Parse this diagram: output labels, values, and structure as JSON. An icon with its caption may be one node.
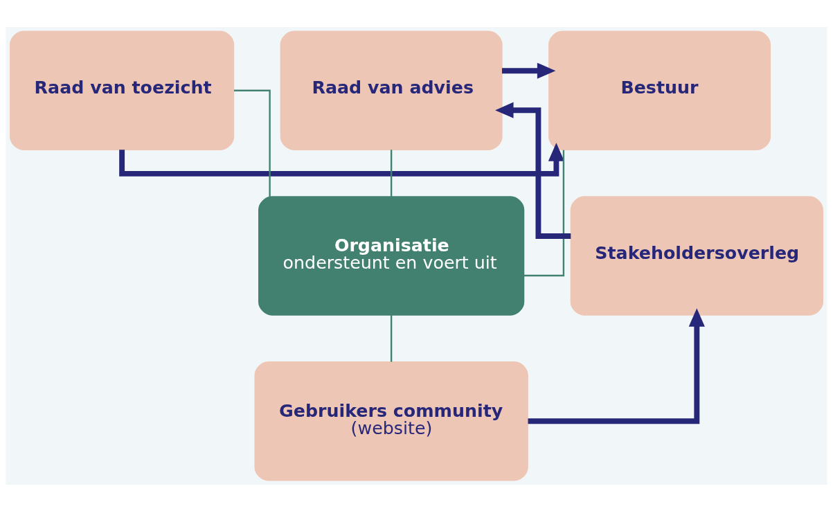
{
  "diagram": {
    "nodes": [
      {
        "text": [
          "Raad van toezicht"
        ]
      },
      {
        "text": [
          "Bestuur"
        ]
      },
      {
        "text": [
          "Raad van advies"
        ]
      },
      {
        "text": [
          "Organisatie",
          "ondersteunt en voert uit"
        ]
      },
      {
        "text": [
          "Stakeholdersoverleg"
        ]
      },
      {
        "text": [
          "Gebruikers community",
          "(website)"
        ]
      }
    ],
    "edges": [
      {
        "from": 0,
        "to": 1,
        "arrow": "to",
        "style": "thick"
      },
      {
        "from": 2,
        "to": 1,
        "arrow": "to",
        "style": "thick"
      },
      {
        "from": 4,
        "to": 2,
        "arrow": "to",
        "style": "thick"
      },
      {
        "from": 5,
        "to": 4,
        "arrow": "to",
        "style": "thick"
      },
      {
        "from": 0,
        "to": 3,
        "arrow": "none",
        "color": "#42806f"
      },
      {
        "from": 1,
        "to": 3,
        "arrow": "none",
        "color": "#42806f"
      },
      {
        "from": 2,
        "to": 3,
        "arrow": "none",
        "color": "#42806f"
      },
      {
        "from": 3,
        "to": 5,
        "arrow": "none",
        "color": "#42806f"
      }
    ]
  }
}
